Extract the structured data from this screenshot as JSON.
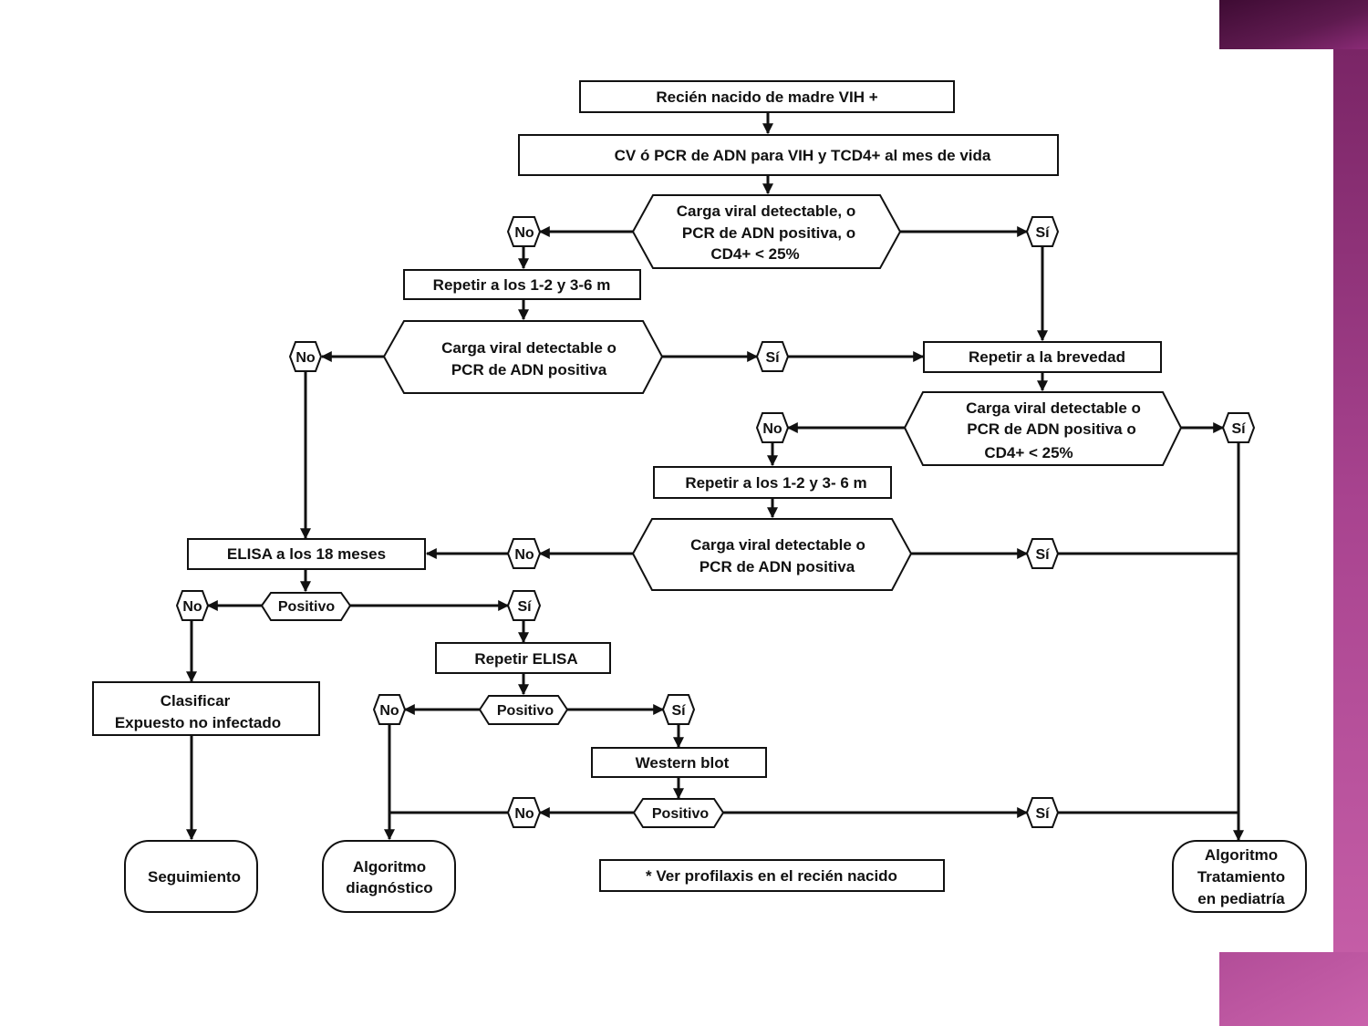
{
  "diagram": {
    "nodes": {
      "start": "Recién nacido de madre VIH +",
      "test1": "CV ó PCR de ADN para VIH y TCD4+ al mes de vida",
      "dec1_l1": "Carga viral detectable,  o",
      "dec1_l2": "PCR de ADN positiva,   o",
      "dec1_l3": "CD4+ < 25%",
      "repeat1": "Repetir a los 1-2 y 3-6 m",
      "dec2_l1": "Carga viral detectable  o",
      "dec2_l2": "PCR de ADN positiva",
      "repeat_soon": "Repetir a la brevedad",
      "dec3_l1": "Carga viral detectable   o",
      "dec3_l2": "PCR de ADN positiva   o",
      "dec3_l3": "CD4+ < 25%",
      "repeat2": "Repetir a los 1-2 y 3- 6 m",
      "dec4_l1": "Carga viral detectable  o",
      "dec4_l2": "PCR de ADN positiva",
      "elisa18": "ELISA a los 18 meses",
      "positivo1": "Positivo",
      "repeat_elisa": "Repetir ELISA",
      "positivo2": "Positivo",
      "western_blot": "Western blot",
      "positivo3": "Positivo",
      "classify_l1": "Clasificar",
      "classify_l2": "Expuesto no infectado",
      "followup": "Seguimiento",
      "diag_l1": "Algoritmo",
      "diag_l2": "diagnóstico",
      "treat_l1": "Algoritmo",
      "treat_l2": "Tratamiento",
      "treat_l3": "en pediatría",
      "footnote": "* Ver profilaxis en el recién nacido"
    },
    "labels": {
      "no": "No",
      "si": "Sí"
    }
  },
  "colors": {
    "corner_dark": "#4a0f3c",
    "corner_mid": "#8c2f78",
    "corner_light": "#c0589f",
    "line": "#111111"
  }
}
